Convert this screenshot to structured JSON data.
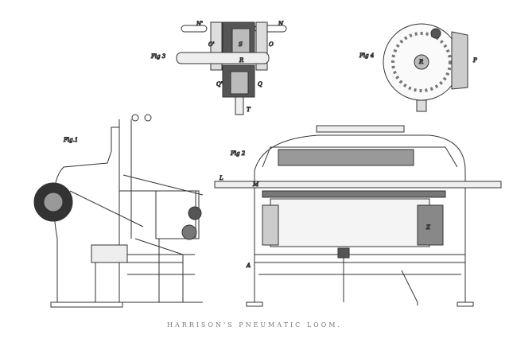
{
  "caption": "HARRISON'S PNEUMATIC LOOM.",
  "figures": {
    "fig1": "Fig.1",
    "fig2": "Fig 2",
    "fig3": "Fig 3",
    "fig4": "Fig 4"
  },
  "fig3_labels": {
    "n1": "N'",
    "n": "N",
    "o1": "O'",
    "o": "O",
    "s": "S",
    "r": "R",
    "q1": "Q'",
    "q": "Q",
    "t": "T"
  },
  "fig4_labels": {
    "r": "R",
    "p": "P"
  },
  "fig2_labels": {
    "a": "A",
    "l": "L",
    "m": "M",
    "z": "Z"
  },
  "colors": {
    "ink": "#333333",
    "paper": "#ffffff"
  }
}
